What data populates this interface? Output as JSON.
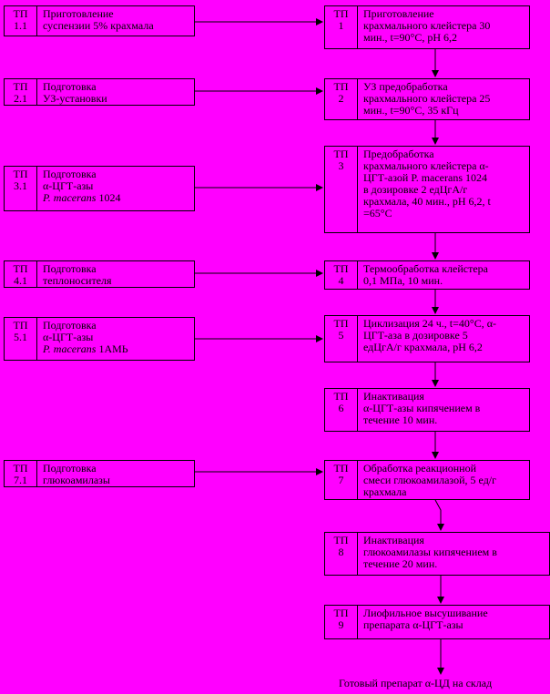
{
  "colors": {
    "background": "#ff00ff",
    "line": "#000000"
  },
  "left_steps": [
    {
      "id": "tp11",
      "code_top": "ТП",
      "code_num": "1.1",
      "lines": [
        {
          "t": "Приготовление"
        },
        {
          "t": "суспензии 5% крахмала"
        }
      ]
    },
    {
      "id": "tp21",
      "code_top": "ТП",
      "code_num": "2.1",
      "lines": [
        {
          "t": "Подготовка"
        },
        {
          "t": "УЗ-установки"
        }
      ]
    },
    {
      "id": "tp31",
      "code_top": "ТП",
      "code_num": "3.1",
      "lines": [
        {
          "t": "Подготовка"
        },
        {
          "t": "α-ЦГТ-азы"
        },
        {
          "t": "P. macerans",
          "tail": " 1024"
        }
      ]
    },
    {
      "id": "tp41",
      "code_top": "ТП",
      "code_num": "4.1",
      "lines": [
        {
          "t": "Подготовка"
        },
        {
          "t": "теплоносителя"
        }
      ]
    },
    {
      "id": "tp51",
      "code_top": "ТП",
      "code_num": "5.1",
      "lines": [
        {
          "t": "Подготовка"
        },
        {
          "t": "α-ЦГТ-азы"
        },
        {
          "t": "P. macerans",
          "tail": " 1АМЬ"
        }
      ]
    },
    {
      "id": "tp71",
      "code_top": "ТП",
      "code_num": "7.1",
      "lines": [
        {
          "t": "Подготовка"
        },
        {
          "t": "глюкоамилазы"
        }
      ]
    }
  ],
  "main_steps": [
    {
      "id": "tp1",
      "code_top": "ТП",
      "code_num": "1",
      "lines": [
        "Приготовление",
        "крахмального клейстера 30",
        "мин., t=90°С, рН 6,2"
      ]
    },
    {
      "id": "tp2",
      "code_top": "ТП",
      "code_num": "2",
      "lines": [
        "УЗ предобработка",
        "крахмального клейстера 25",
        "мин.,  t=90°С, 35 кГц"
      ]
    },
    {
      "id": "tp3",
      "code_top": "ТП",
      "code_num": "3",
      "lines": [
        "Предобработка",
        "крахмального клейстера α-",
        "ЦГТ-азой  P. macerans 1024",
        "в дозировке 2 едЦгА/г",
        "крахмала, 40 мин., рН 6,2, t",
        "=65°С"
      ]
    },
    {
      "id": "tp4",
      "code_top": "ТП",
      "code_num": "4",
      "lines": [
        "Термообработка клейстера",
        "0,1 МПа, 10 мин."
      ]
    },
    {
      "id": "tp5",
      "code_top": "ТП",
      "code_num": "5",
      "lines": [
        "Циклизация 24 ч., t=40°С, α-",
        "ЦГТ-аза в дозировке 5",
        "едЦгА/г крахмала, рН 6,2"
      ]
    },
    {
      "id": "tp6",
      "code_top": "ТП",
      "code_num": "6",
      "lines": [
        "Инактивация",
        "α-ЦГТ-азы кипячением в",
        "течение 10 мин."
      ]
    },
    {
      "id": "tp7",
      "code_top": "ТП",
      "code_num": "7",
      "lines": [
        "Обработка реакционной",
        "смеси глюкоамилазой, 5 ед/г",
        "крахмала"
      ]
    },
    {
      "id": "tp8",
      "code_top": "ТП",
      "code_num": "8",
      "lines": [
        "Инактивация",
        "глюкоамилазы кипячением в",
        "течение 20 мин."
      ]
    },
    {
      "id": "tp9",
      "code_top": "ТП",
      "code_num": "9",
      "lines": [
        "Лиофильное высушивание",
        "препарата α-ЦГТ-азы"
      ]
    }
  ],
  "final_output": "Готовый препарат α-ЦД на склад"
}
